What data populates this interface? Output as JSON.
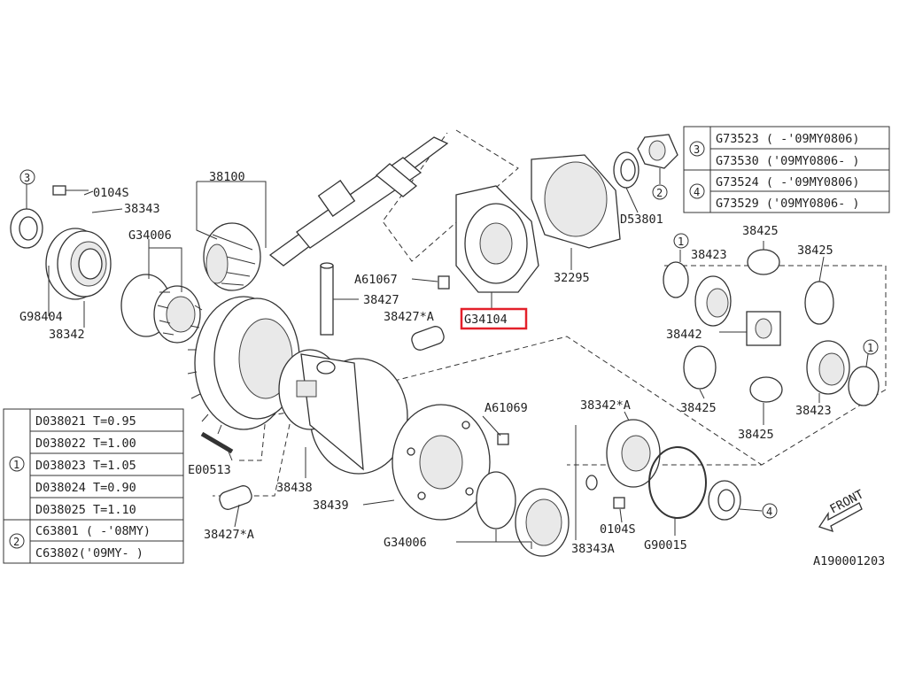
{
  "diagram": {
    "figure_id": "A190001203",
    "front_label": "FRONT",
    "highlighted_part": "G34104",
    "labels": [
      {
        "key": "l38100",
        "text": "38100"
      },
      {
        "key": "l0104s_top",
        "text": "0104S"
      },
      {
        "key": "l38343",
        "text": "38343"
      },
      {
        "key": "l3_left",
        "text": "3"
      },
      {
        "key": "lG34006_top",
        "text": "G34006"
      },
      {
        "key": "lG98404",
        "text": "G98404"
      },
      {
        "key": "l38342",
        "text": "38342"
      },
      {
        "key": "lA61067",
        "text": "A61067"
      },
      {
        "key": "l38427",
        "text": "38427"
      },
      {
        "key": "l38427A_top",
        "text": "38427*A"
      },
      {
        "key": "l32295",
        "text": "32295"
      },
      {
        "key": "lD53801",
        "text": "D53801"
      },
      {
        "key": "l2_top",
        "text": "2"
      },
      {
        "key": "l1_right_top",
        "text": "1"
      },
      {
        "key": "l38423_top",
        "text": "38423"
      },
      {
        "key": "l38425_top",
        "text": "38425"
      },
      {
        "key": "l38425_right",
        "text": "38425"
      },
      {
        "key": "l38442",
        "text": "38442"
      },
      {
        "key": "l38425_left",
        "text": "38425"
      },
      {
        "key": "l38423_bottom",
        "text": "38423"
      },
      {
        "key": "l38425_bottom",
        "text": "38425"
      },
      {
        "key": "l1_right_bottom",
        "text": "1"
      },
      {
        "key": "lA61069",
        "text": "A61069"
      },
      {
        "key": "l38342A",
        "text": "38342*A"
      },
      {
        "key": "lE00513",
        "text": "E00513"
      },
      {
        "key": "l38438",
        "text": "38438"
      },
      {
        "key": "l38439",
        "text": "38439"
      },
      {
        "key": "lG34006_bottom",
        "text": "G34006"
      },
      {
        "key": "l38427A_bottom",
        "text": "38427*A"
      },
      {
        "key": "l0104s_bottom",
        "text": "0104S"
      },
      {
        "key": "l38343A",
        "text": "38343A"
      },
      {
        "key": "lG90015",
        "text": "G90015"
      },
      {
        "key": "l4_bottom",
        "text": "4"
      }
    ]
  },
  "table_left": {
    "groups": [
      {
        "marker": "1",
        "rows": [
          "D038021 T=0.95",
          "D038022 T=1.00",
          "D038023 T=1.05",
          "D038024 T=0.90",
          "D038025 T=1.10"
        ]
      },
      {
        "marker": "2",
        "rows": [
          "C63801 ( -'08MY)",
          "C63802('09MY- )"
        ]
      }
    ]
  },
  "table_right": {
    "groups": [
      {
        "marker": "3",
        "rows": [
          "G73523 ( -'09MY0806)",
          "G73530 ('09MY0806- )"
        ]
      },
      {
        "marker": "4",
        "rows": [
          "G73524 ( -'09MY0806)",
          "G73529 ('09MY0806- )"
        ]
      }
    ]
  }
}
